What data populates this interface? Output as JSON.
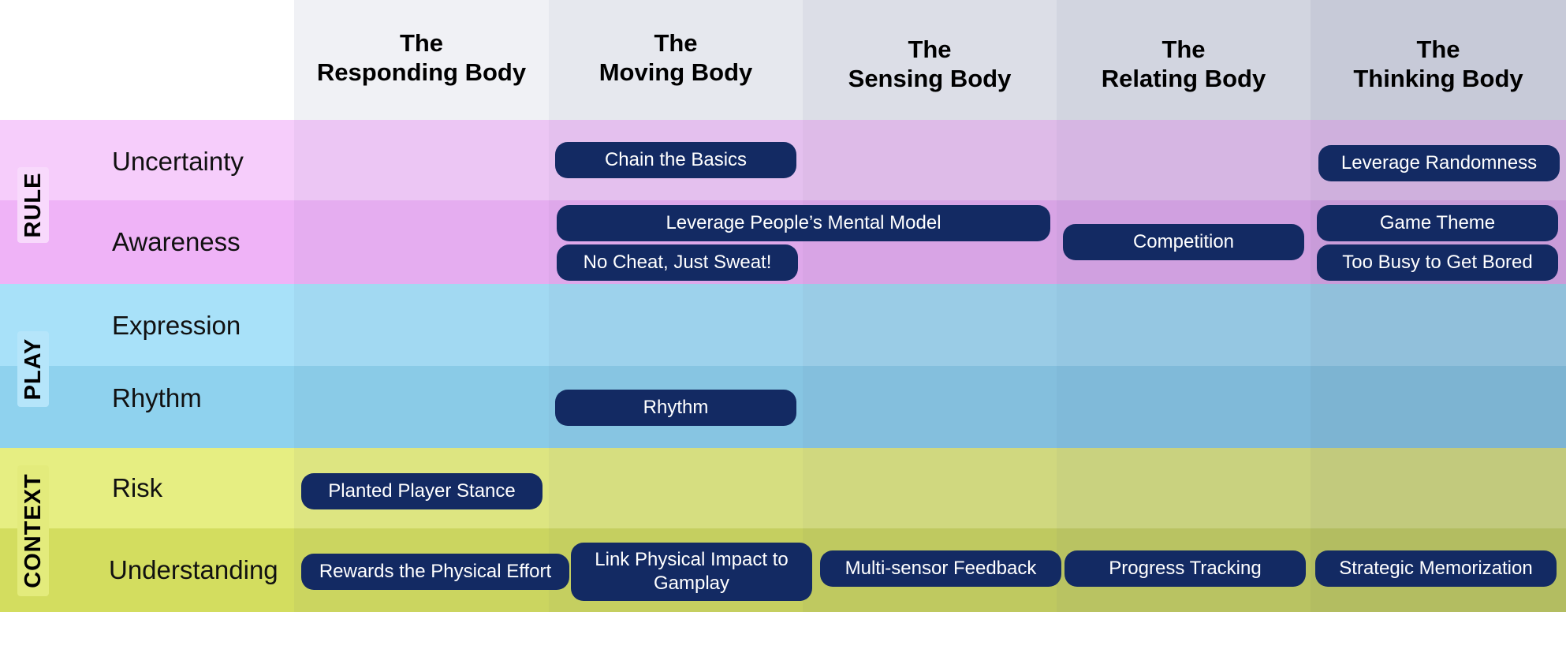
{
  "columns": [
    {
      "line1": "The",
      "line2": "Responding Body"
    },
    {
      "line1": "The",
      "line2": "Moving Body"
    },
    {
      "line1": "The",
      "line2": "Sensing Body"
    },
    {
      "line1": "The",
      "line2": "Relating Body"
    },
    {
      "line1": "The",
      "line2": "Thinking Body"
    }
  ],
  "groups": {
    "rule": "RULE",
    "play": "PLAY",
    "context": "CONTEXT"
  },
  "rows": {
    "uncertainty": "Uncertainty",
    "awareness": "Awareness",
    "expression": "Expression",
    "rhythm": "Rhythm",
    "risk": "Risk",
    "understanding": "Understanding"
  },
  "cards": {
    "chain_basics": "Chain the Basics",
    "leverage_randomness": "Leverage Randomness",
    "mental_model": "Leverage People’s Mental Model",
    "competition": "Competition",
    "game_theme": "Game Theme",
    "no_cheat": "No Cheat, Just Sweat!",
    "too_busy": "Too Busy to Get Bored",
    "rhythm": "Rhythm",
    "planted_stance": "Planted Player Stance",
    "rewards_effort": "Rewards the Physical Effort",
    "link_impact": "Link Physical Impact to Gamplay",
    "multisensor": "Multi-sensor Feedback",
    "progress_tracking": "Progress Tracking",
    "strategic_memorization": "Strategic Memorization"
  },
  "colors": {
    "card": "#132a63",
    "rule_light": "#f6cdfb",
    "rule_dark": "#efb3f7",
    "play_light": "#a8e1f9",
    "play_dark": "#8fd2ee",
    "context_light": "#e6ee82",
    "context_dark": "#d3dd5f"
  }
}
